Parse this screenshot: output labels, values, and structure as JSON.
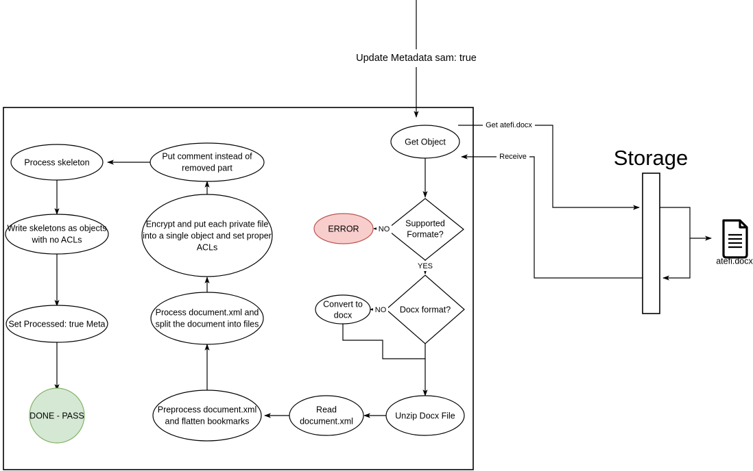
{
  "diagram": {
    "title_label": "Update Metadata sam: true",
    "storage_title": "Storage",
    "file_label": "atefi.docx",
    "colors": {
      "error_fill": "#f8cecc",
      "error_stroke": "#b85450",
      "done_fill": "#d5e8d4",
      "done_stroke": "#82b366",
      "node_fill": "#ffffff",
      "node_stroke": "#000000"
    },
    "nodes": [
      {
        "id": "get-object",
        "type": "ellipse",
        "label": "Get Object"
      },
      {
        "id": "supported-format",
        "type": "diamond",
        "label_line1": "Supported",
        "label_line2": "Formate?"
      },
      {
        "id": "error",
        "type": "ellipse",
        "label": "ERROR"
      },
      {
        "id": "docx-format",
        "type": "diamond",
        "label": "Docx format?"
      },
      {
        "id": "convert-to-docx",
        "type": "ellipse",
        "label_line1": "Convert to",
        "label_line2": "docx"
      },
      {
        "id": "unzip-docx-file",
        "type": "ellipse",
        "label": "Unzip Docx File"
      },
      {
        "id": "read-document-xml",
        "type": "ellipse",
        "label_line1": "Read",
        "label_line2": "document.xml"
      },
      {
        "id": "preprocess-document-xml",
        "type": "ellipse",
        "label_line1": "Preprocess document.xml",
        "label_line2": "and flatten bookmarks"
      },
      {
        "id": "process-document-xml",
        "type": "ellipse",
        "label_line1": "Process document.xml and",
        "label_line2": "split the document into files"
      },
      {
        "id": "encrypt-private-files",
        "type": "ellipse",
        "label_line1": "Encrypt and put each private file",
        "label_line2": "into a single object and set proper",
        "label_line3": "ACLs"
      },
      {
        "id": "put-comment",
        "type": "ellipse",
        "label_line1": "Put comment instead of",
        "label_line2": "removed part"
      },
      {
        "id": "process-skeleton",
        "type": "ellipse",
        "label": "Process skeleton"
      },
      {
        "id": "write-skeletons",
        "type": "ellipse",
        "label_line1": "Write skeletons as objects",
        "label_line2": "with no ACLs"
      },
      {
        "id": "set-processed",
        "type": "ellipse",
        "label": "Set Processed: true Meta"
      },
      {
        "id": "done-pass",
        "type": "circle",
        "label": "DONE - PASS"
      }
    ],
    "edge_labels": {
      "supported_no": "NO",
      "supported_yes": "YES",
      "docx_no": "NO",
      "get_file": "Get atefi.docx",
      "receive": "Receive"
    }
  }
}
